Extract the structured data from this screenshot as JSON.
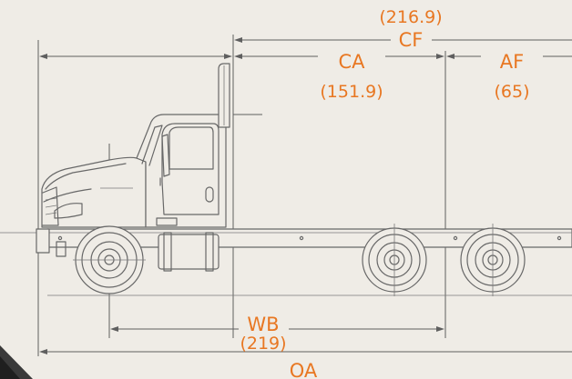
{
  "dimensions": {
    "cf": {
      "label": "CF",
      "value": "(216.9)"
    },
    "ca": {
      "label": "CA",
      "value": "(151.9)"
    },
    "af": {
      "label": "AF",
      "value": "(65)"
    },
    "wb": {
      "label": "WB",
      "value": "(219)"
    },
    "oa": {
      "label": "OA"
    }
  },
  "colors": {
    "label": "#e87722",
    "line": "#686868",
    "background": "#efece6"
  }
}
